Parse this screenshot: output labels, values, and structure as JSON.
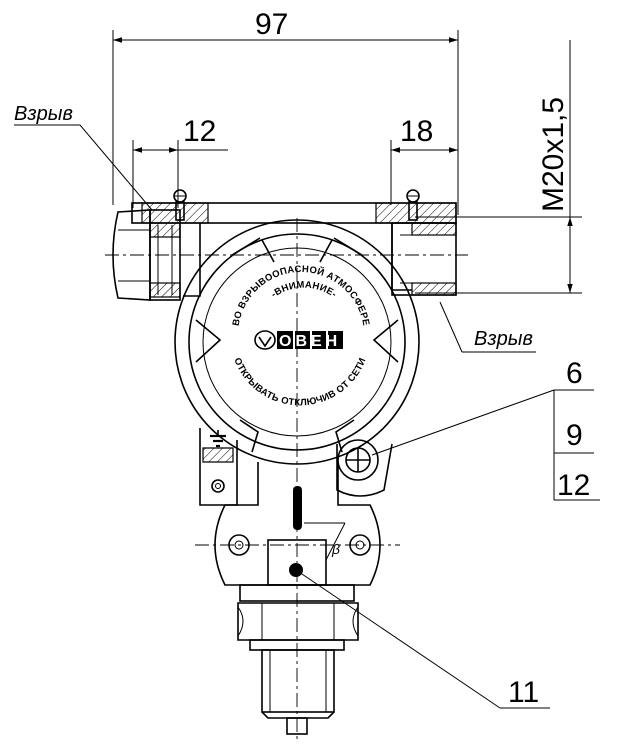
{
  "dimensions": {
    "overall_width": "97",
    "left_thread_depth": "12",
    "right_thread_depth": "18",
    "thread_spec": "M20x1,5"
  },
  "labels": {
    "explosion_left": "Взрыв",
    "explosion_right": "Взрыв"
  },
  "callouts": {
    "table": [
      "6",
      "9",
      "12"
    ],
    "bottom": "11"
  },
  "cover": {
    "upper_text": "ВО ВЗРЫВООПАСНОЙ АТМОСФЕРЕ",
    "middle_text": "-ВНИМАНИЕ-",
    "lower_text": "ОТКРЫВАТЬ ОТКЛЮЧИВ ОТ СЕТИ",
    "logo": "ОВЕН"
  },
  "icons": [
    "ground-symbol-icon",
    "seal-wire-icon",
    "screw-icon"
  ]
}
